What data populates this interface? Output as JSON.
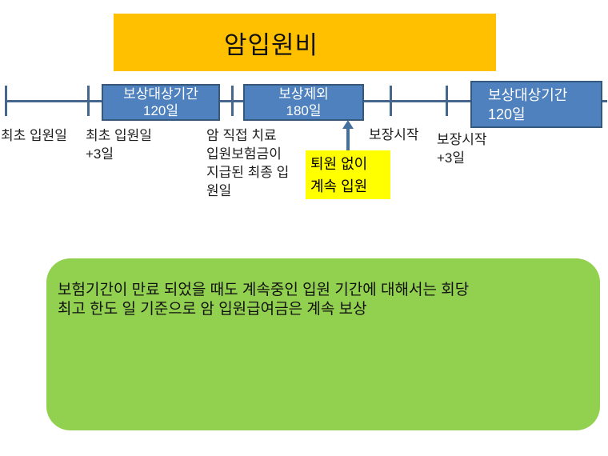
{
  "banner": {
    "label": "암입원비",
    "bg_color": "#FFC000",
    "text_color": "#000000"
  },
  "timeline": {
    "axis_color": "#45678E",
    "box_fill_color": "#4E81BD",
    "box_border_color": "#35597D",
    "box_text_color": "#FFFFFF",
    "segments": [
      {
        "name": "coverage-period-1",
        "line1": "보상대상기간",
        "line2": "120일"
      },
      {
        "name": "exclusion-period",
        "line1": "보상제외",
        "line2": "180일"
      },
      {
        "name": "coverage-period-2",
        "line1": "보상대상기간",
        "line2": "120일"
      }
    ],
    "milestones": [
      {
        "label": "최초 입원일"
      },
      {
        "label": "최초 입원일\n+3일"
      },
      {
        "label": "암 직접 치료\n입원보험금이\n지급된 최종 입\n원일"
      },
      {
        "label": "보장시작"
      },
      {
        "label": "보장시작\n+3일"
      }
    ]
  },
  "callout": {
    "label": "퇴원 없이\n계속 입원",
    "bg_color": "#FFFF00",
    "arrow_color": "#44709F"
  },
  "note": {
    "label": "보험기간이 만료 되었을 때도 계속중인 입원 기간에 대해서는 회당\n최고 한도 일 기준으로 암 입원급여금은 계속 보상",
    "bg_color": "#92D050"
  }
}
